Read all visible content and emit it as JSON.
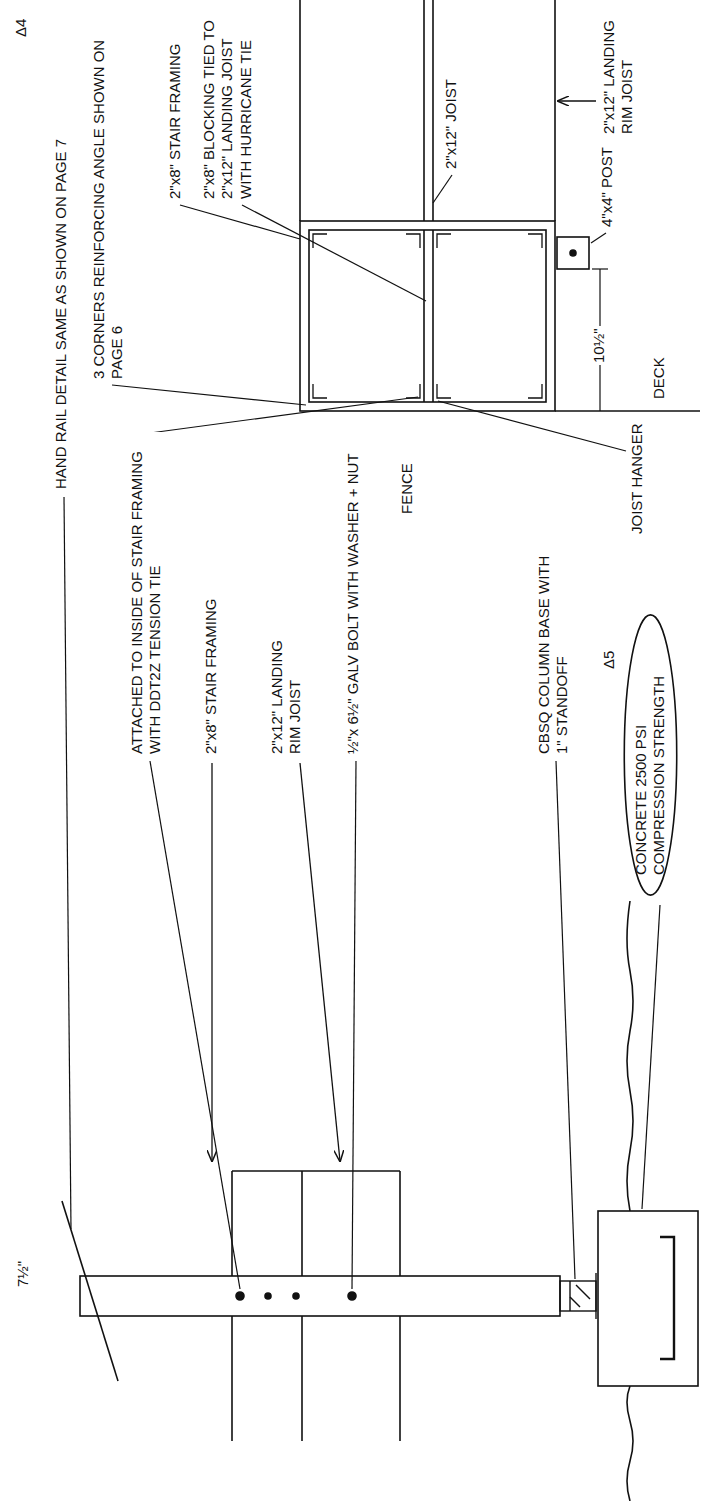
{
  "diagram": {
    "nodes": [
      {
        "text": [
          "CONCRETE 2500 PSI COMPRESSION STRENGTH"
        ]
      }
    ],
    "labels": [
      "Δ4",
      "HAND RAIL DETAIL SAME AS SHOWN ON PAGE 7",
      "ATTACHED TO INSIDE OF STAIR FRAMING WITH DDT2Z TENSION TIE",
      "2\"x8\" STAIR FRAMING",
      "2\"x12\" LANDING RIM JOIST",
      "½\"x 6½\" GALV BOLT WITH WASHER + NUT",
      "CBSQ COLUMN BASE WITH 1\" STANDOFF",
      "Δ5",
      "7½\"",
      "3 CORNERS REINFORCING ANGLE SHOWN ON PAGE 6",
      "2\"x8\" STAIR FRAMING",
      "FENCE",
      "2\"x8\" BLOCKING TIED TO 2\"x12\" LANDING JOIST WITH HURRICANE TIE",
      "2\"x12\" JOIST",
      "JOIST HANGER",
      "4\"x4\" POST",
      "10½\"",
      "DECK",
      "2\"x12\" LANDING RIM JOIST"
    ]
  }
}
